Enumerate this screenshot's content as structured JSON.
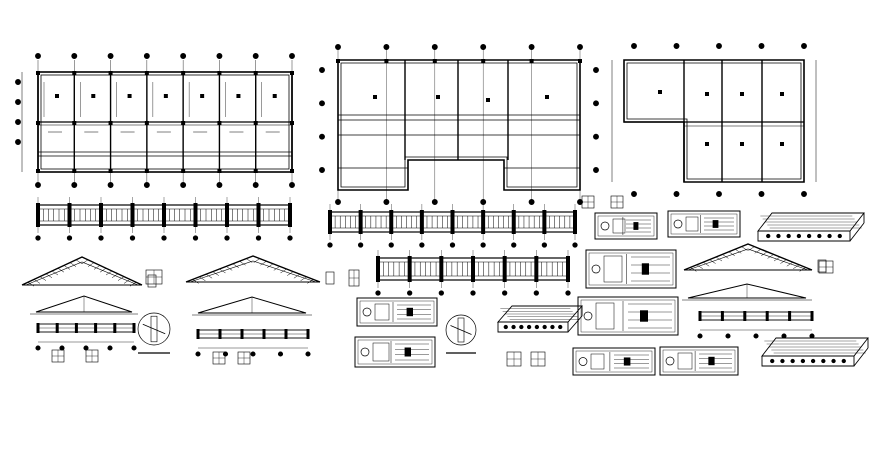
{
  "drawing": {
    "kind": "cad-architectural-sheet",
    "line_color": "#000000",
    "background": "#ffffff",
    "has_text_labels": false
  },
  "views": [
    {
      "id": "floor-plan-left",
      "type": "floor-plan"
    },
    {
      "id": "floor-plan-middle",
      "type": "floor-plan"
    },
    {
      "id": "floor-plan-right",
      "type": "floor-plan"
    },
    {
      "id": "elevation-strip-left",
      "type": "wall-elevation"
    },
    {
      "id": "elevation-strip-middle",
      "type": "wall-elevation"
    },
    {
      "id": "elevation-strip-lower",
      "type": "wall-elevation"
    },
    {
      "id": "roof-truss-left",
      "type": "roof-truss"
    },
    {
      "id": "roof-truss-middle",
      "type": "roof-truss"
    },
    {
      "id": "roof-truss-right",
      "type": "roof-truss"
    },
    {
      "id": "detail-circle-left",
      "type": "detail-callout"
    },
    {
      "id": "detail-circle-middle",
      "type": "detail-callout"
    },
    {
      "id": "isometric-slab-top",
      "type": "isometric-section"
    },
    {
      "id": "isometric-slab-middle",
      "type": "isometric-section"
    },
    {
      "id": "isometric-slab-bottom",
      "type": "isometric-section"
    },
    {
      "id": "detail-panels",
      "type": "detail-sheet"
    }
  ]
}
